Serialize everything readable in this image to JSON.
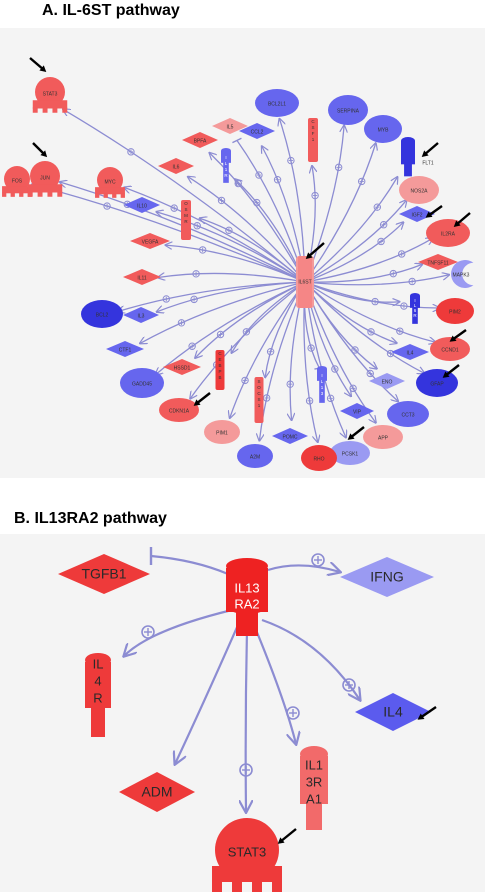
{
  "panel_a": {
    "title": "A. IL-6ST pathway",
    "hub": "IL6ST",
    "nodes": [
      {
        "id": "STAT3",
        "label": "STAT3"
      },
      {
        "id": "FOS",
        "label": "FOS"
      },
      {
        "id": "JUN",
        "label": "JUN"
      },
      {
        "id": "MYC",
        "label": "MYC"
      },
      {
        "id": "IL5",
        "label": "IL5"
      },
      {
        "id": "BCL2L1",
        "label": "BCL2L1"
      },
      {
        "id": "CCL2",
        "label": "CCL2"
      },
      {
        "id": "CSF1",
        "label": "CSF1"
      },
      {
        "id": "SERPINA",
        "label": "SERPINA"
      },
      {
        "id": "MYB",
        "label": "MYB"
      },
      {
        "id": "FLT1",
        "label": "FLT1"
      },
      {
        "id": "NOS2A",
        "label": "NOS2A"
      },
      {
        "id": "IGF2",
        "label": "IGF2"
      },
      {
        "id": "IL2RA",
        "label": "IL2RA"
      },
      {
        "id": "TNFSF11",
        "label": "TNFSF11"
      },
      {
        "id": "MAPK3",
        "label": "MAPK3"
      },
      {
        "id": "IL6R",
        "label": "IL6R"
      },
      {
        "id": "PIM2",
        "label": "PIM2"
      },
      {
        "id": "CCND1",
        "label": "CCND1"
      },
      {
        "id": "IL4",
        "label": "IL4"
      },
      {
        "id": "GFAP",
        "label": "GFAP"
      },
      {
        "id": "ENO",
        "label": "ENO"
      },
      {
        "id": "CCT3",
        "label": "CCT3"
      },
      {
        "id": "VIP",
        "label": "VIP"
      },
      {
        "id": "APP",
        "label": "APP"
      },
      {
        "id": "PCSK1",
        "label": "PCSK1"
      },
      {
        "id": "IL13",
        "label": "IL13"
      },
      {
        "id": "RHO",
        "label": "RHO"
      },
      {
        "id": "POMC",
        "label": "POMC"
      },
      {
        "id": "A2M",
        "label": "A2M"
      },
      {
        "id": "SOCS1",
        "label": "SOCS1"
      },
      {
        "id": "PIM1",
        "label": "PIM1"
      },
      {
        "id": "CEBPB",
        "label": "CEBPB"
      },
      {
        "id": "CDKN1A",
        "label": "CDKN1A"
      },
      {
        "id": "HSSD1",
        "label": "HSSD1"
      },
      {
        "id": "GADD45",
        "label": "GADD45"
      },
      {
        "id": "CTF1",
        "label": "CTF1"
      },
      {
        "id": "BCL2",
        "label": "BCL2"
      },
      {
        "id": "IL3",
        "label": "IL3"
      },
      {
        "id": "IL11",
        "label": "IL11"
      },
      {
        "id": "VEGFA",
        "label": "VEGFA"
      },
      {
        "id": "OSMR",
        "label": "OSMR"
      },
      {
        "id": "IL10",
        "label": "IL10"
      },
      {
        "id": "IL6",
        "label": "IL6"
      },
      {
        "id": "BPFA",
        "label": "BPFA"
      },
      {
        "id": "IL1R",
        "label": "IL1R"
      },
      {
        "id": "IL6B",
        "label": "IL6"
      }
    ]
  },
  "panel_b": {
    "title": "B. IL13RA2 pathway",
    "nodes": {
      "hub": [
        "IL13",
        "RA2"
      ],
      "tgfb1": "TGFB1",
      "ifng": "IFNG",
      "il4r": [
        "IL",
        "4",
        "R"
      ],
      "il4": "IL4",
      "il13ra1": [
        "IL1",
        "3R",
        "A1"
      ],
      "adm": "ADM",
      "stat3": "STAT3"
    }
  },
  "colors": {
    "red_strong": "#ee3a3a",
    "red": "#f15b5b",
    "red_light": "#f49a9a",
    "blue": "#6666ee",
    "blue_strong": "#3434dd",
    "blue_light": "#9a9af2",
    "edge": "#8c8cd2",
    "background": "#f4f4f4"
  }
}
